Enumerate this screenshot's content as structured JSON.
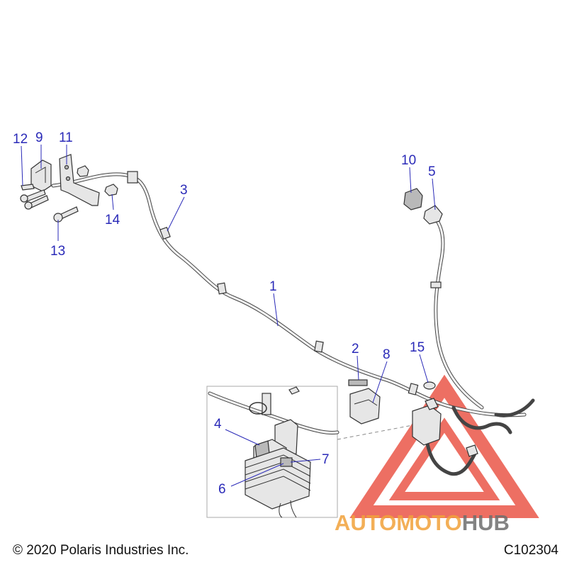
{
  "callouts": [
    "1",
    "2",
    "3",
    "4",
    "5",
    "6",
    "7",
    "8",
    "9",
    "10",
    "11",
    "12",
    "13",
    "14",
    "15"
  ],
  "watermark": {
    "text_a": "AUTOMOTO",
    "text_b": "HUB",
    "color_red": "#e8402f",
    "color_orange": "#f2a23a",
    "color_gray": "#6e6e6e"
  },
  "footer": {
    "copyright": "© 2020 Polaris Industries Inc.",
    "figure_id": "C102304"
  },
  "colors": {
    "callout": "#2a2ab8",
    "line": "#333333"
  }
}
